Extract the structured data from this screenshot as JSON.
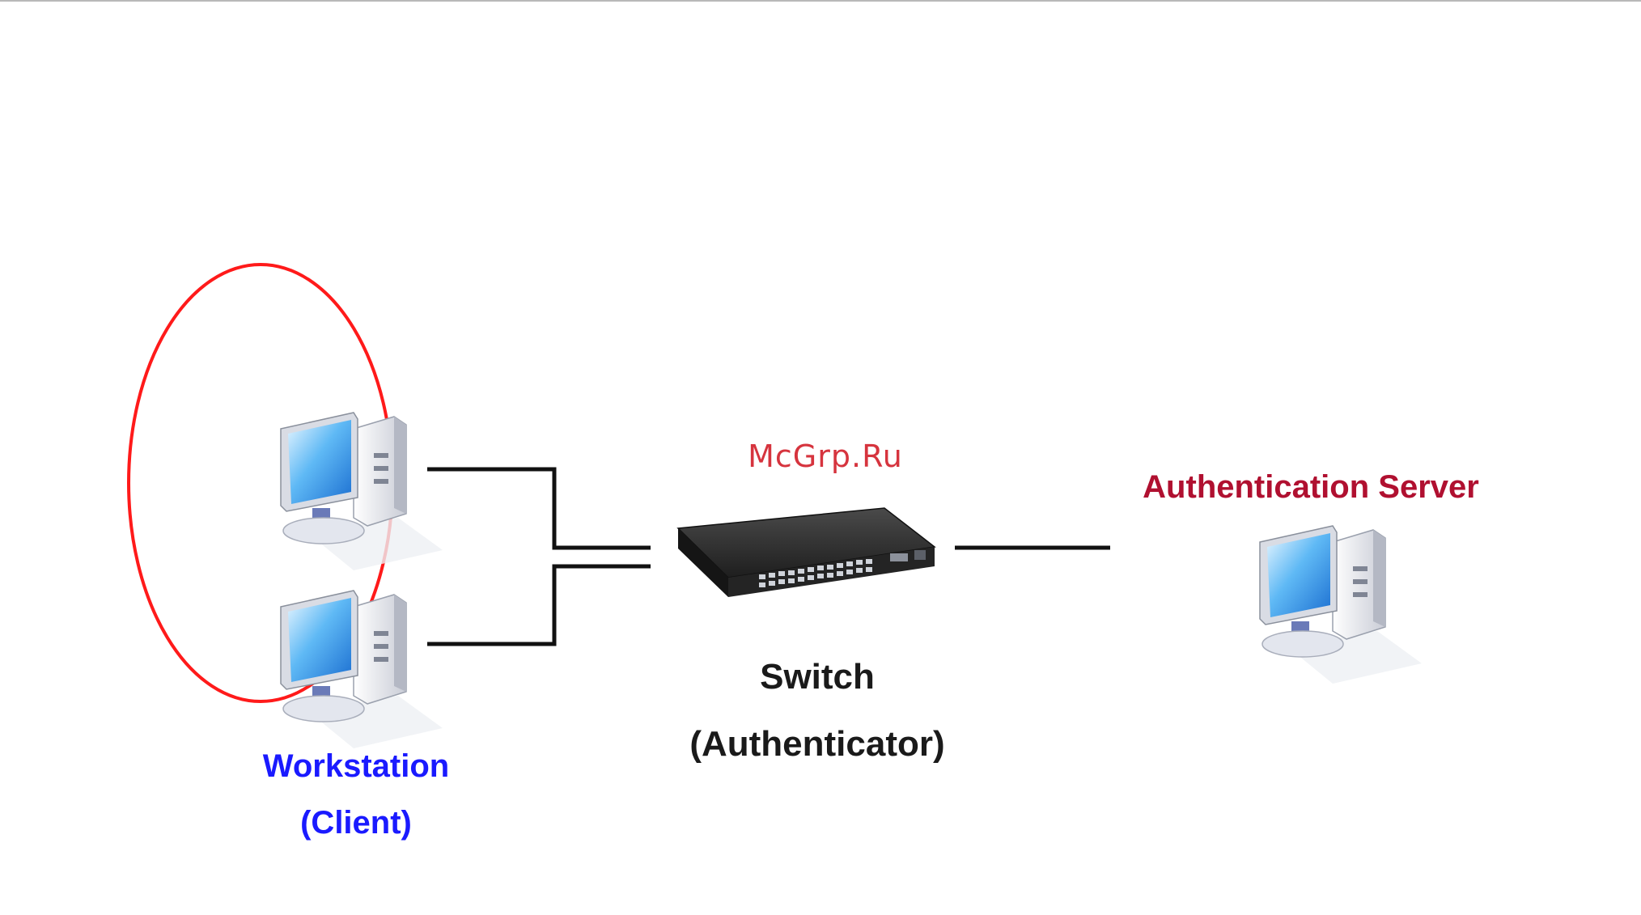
{
  "watermark": "McGrp.Ru",
  "workstation": {
    "line1": "Workstation",
    "line2": "(Client)"
  },
  "switch": {
    "line1": "Switch",
    "line2": "(Authenticator)"
  },
  "server": {
    "label": "Authentication Server"
  },
  "colors": {
    "client_label": "#1a1aff",
    "server_label": "#b01030",
    "switch_label": "#1a1a1a",
    "highlight_ellipse": "#ff1a1a",
    "link": "#111111"
  },
  "icons": {
    "workstation": "computer-icon",
    "server": "computer-icon",
    "switch": "network-switch-icon"
  }
}
